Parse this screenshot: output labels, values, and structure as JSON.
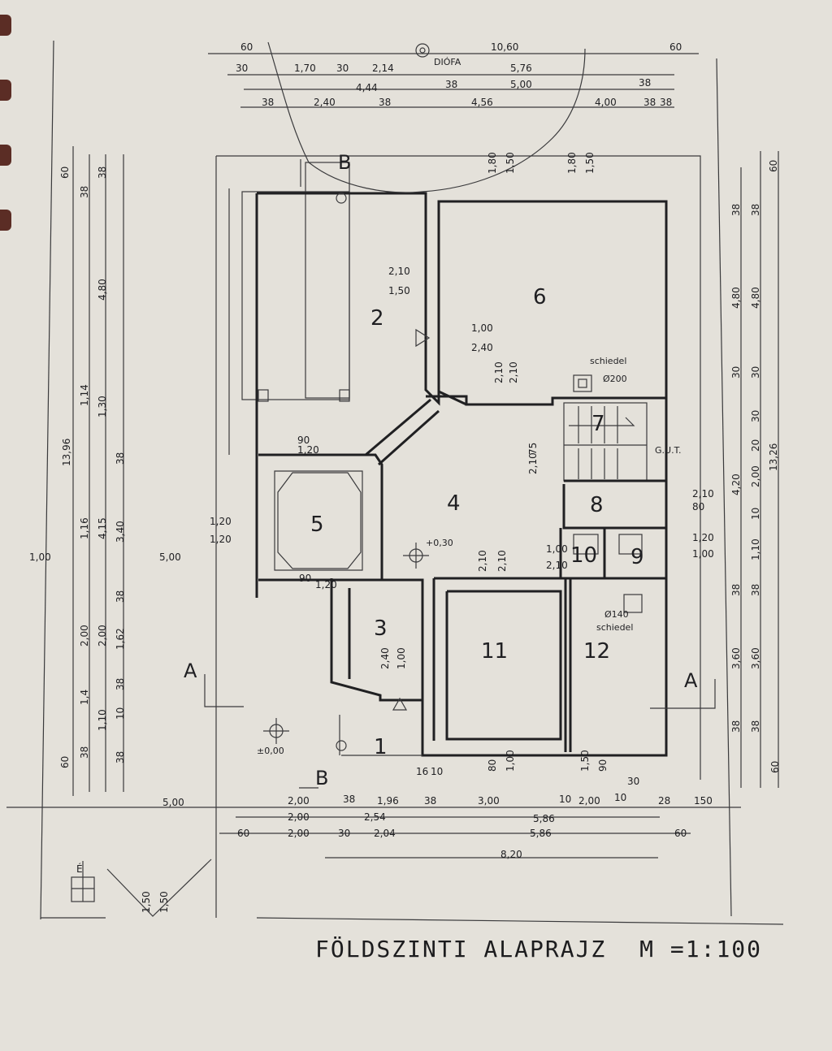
{
  "title": {
    "main": "FÖLDSZINTI ALAPRAJZ",
    "scale": "M =1:100"
  },
  "rooms": [
    "1",
    "2",
    "3",
    "4",
    "5",
    "6",
    "7",
    "8",
    "9",
    "10",
    "11",
    "12"
  ],
  "section_labels": {
    "a_left": "A",
    "a_right": "A",
    "b_top": "B",
    "b_bottom": "B"
  },
  "annotations": {
    "dioda": "DIÓFA",
    "chimney_top": "schiedel",
    "chimney_top_dia": "Ø200",
    "chimney_bottom_dia": "Ø140",
    "chimney_bottom": "schiedel",
    "level_upper": "+0,30",
    "level_lower": "±0,00",
    "gut": "G.U.T."
  },
  "dims_top": {
    "row1": [
      "60",
      "10,60",
      "60"
    ],
    "row2": [
      "30",
      "1,70",
      "30",
      "2,14",
      "5,76",
      "38"
    ],
    "row3": [
      "4,44",
      "38",
      "5,00",
      "38"
    ],
    "row4": [
      "38",
      "2,40",
      "38",
      "4,56",
      "4,00",
      "38"
    ]
  },
  "dims_bottom": {
    "row1": [
      "2,00",
      "38",
      "1,96",
      "16",
      "10",
      "38",
      "3,00",
      "10",
      "2,00",
      "10",
      "30",
      "28",
      "150"
    ],
    "row2": [
      "2,00",
      "2,54",
      "5,86"
    ],
    "row3": [
      "60",
      "2,00",
      "30",
      "2,04",
      "5,86",
      "60"
    ],
    "row4": [
      "8,20"
    ],
    "left": [
      "5,00"
    ]
  },
  "dims_left": [
    "60",
    "38",
    "38",
    "4,80",
    "13,96",
    "1,14",
    "1,30",
    "38",
    "1,16",
    "4,15",
    "3,40",
    "38",
    "2,00",
    "2,00",
    "1,62",
    "38",
    "1,4",
    "1,10",
    "10",
    "38",
    "38",
    "60",
    "1,00"
  ],
  "dims_right": [
    "60",
    "38",
    "38",
    "4,80",
    "4,80",
    "30",
    "30",
    "30",
    "20",
    "4,20",
    "2,00",
    "13,26",
    "10",
    "1,10",
    "38",
    "38",
    "3,60",
    "3,60",
    "38",
    "38",
    "60"
  ],
  "dims_inner": [
    "2,10",
    "1,50",
    "1,00",
    "2,40",
    "2,10",
    "2,10",
    "1,80",
    "1,50",
    "1,80",
    "1,50",
    "90",
    "1,20",
    "1,20",
    "1,20",
    "90",
    "1,20",
    "2,10",
    "2,10",
    "1,00",
    "2,10",
    "2,10",
    "75",
    "2,10",
    "80",
    "1,20",
    "1,00",
    "2,40",
    "1,00",
    "80",
    "1,00",
    "1,50",
    "90",
    "1,50",
    "5,00",
    "1,50"
  ],
  "north": {
    "label": "É"
  }
}
